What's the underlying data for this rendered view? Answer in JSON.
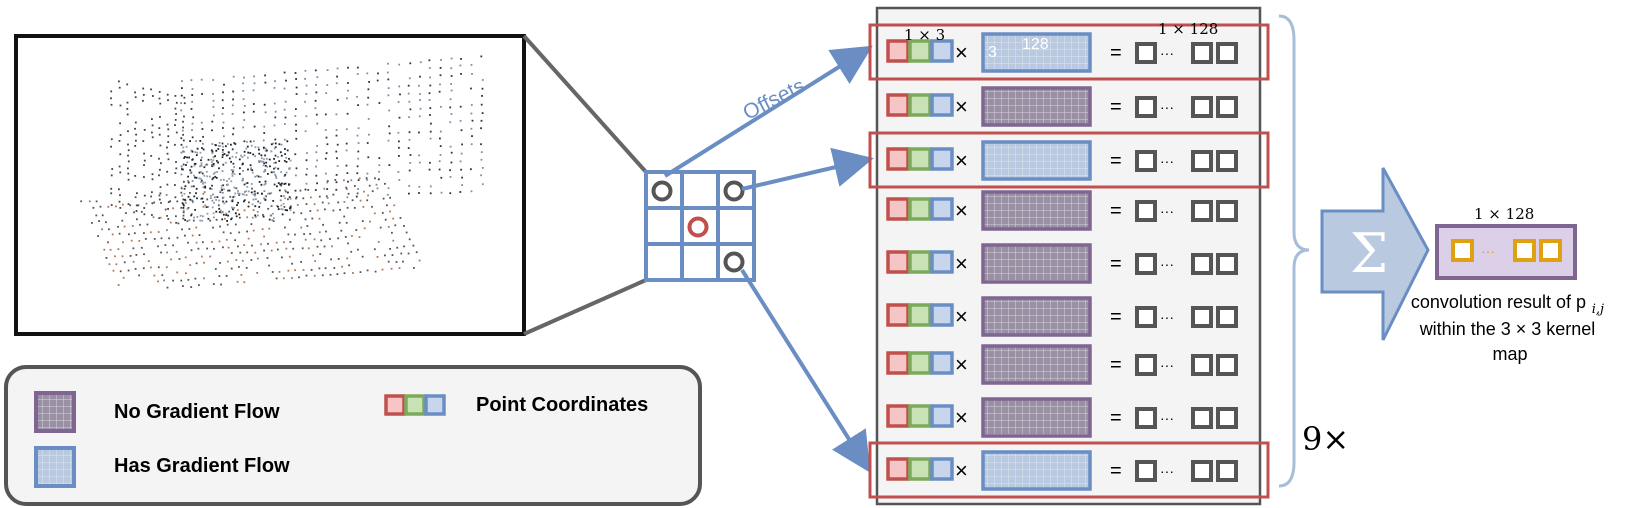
{
  "colors": {
    "blue": "#6a8ec4",
    "red": "#c0504d",
    "green": "#7bab5a",
    "purple": "#7f6591",
    "gray": "#666666",
    "orange": "#e0a010"
  },
  "offsets_label": "Offsets",
  "dim_top_left": "1 × 3",
  "dim_top_right": "1 × 128",
  "matrix_label_3": "3",
  "matrix_label_128": "128",
  "times_sign": "×",
  "equals_sign": "=",
  "ellipsis": "···",
  "repeat_label": "9×",
  "sum_symbol": "Σ",
  "result_dim": "1 × 128",
  "result_caption_line1": "convolution result of p",
  "result_caption_sub": "i,j",
  "result_caption_line2": "within the 3 × 3 kernel",
  "result_caption_line3": "map",
  "legend": {
    "no_gradient": "No Gradient Flow",
    "has_gradient": "Has Gradient Flow",
    "point_coords": "Point Coordinates"
  },
  "rows": [
    {
      "gradient": true,
      "highlighted": true
    },
    {
      "gradient": false,
      "highlighted": false
    },
    {
      "gradient": true,
      "highlighted": true
    },
    {
      "gradient": false,
      "highlighted": false
    },
    {
      "gradient": false,
      "highlighted": false
    },
    {
      "gradient": false,
      "highlighted": false
    },
    {
      "gradient": false,
      "highlighted": false
    },
    {
      "gradient": false,
      "highlighted": false
    },
    {
      "gradient": true,
      "highlighted": true
    }
  ]
}
